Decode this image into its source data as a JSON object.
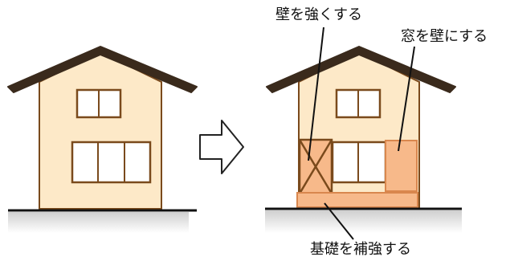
{
  "labels": {
    "strengthen_wall": "壁を強くする",
    "window_to_wall": "窓を壁にする",
    "reinforce_foundation": "基礎を補強する"
  },
  "colors": {
    "wall_fill": "#fde9c8",
    "frame_brown": "#7a4a1c",
    "roof": "#3a2a1c",
    "window_pane": "#ffffff",
    "reinforced_fill": "#f7b98a",
    "reinforced_stroke": "#d9874e",
    "ground": "#111111",
    "arrow_fill": "#ffffff",
    "arrow_stroke": "#222222"
  },
  "icons": {
    "before_house": "house-before-icon",
    "after_house": "house-after-icon",
    "transition_arrow": "right-arrow-icon"
  }
}
